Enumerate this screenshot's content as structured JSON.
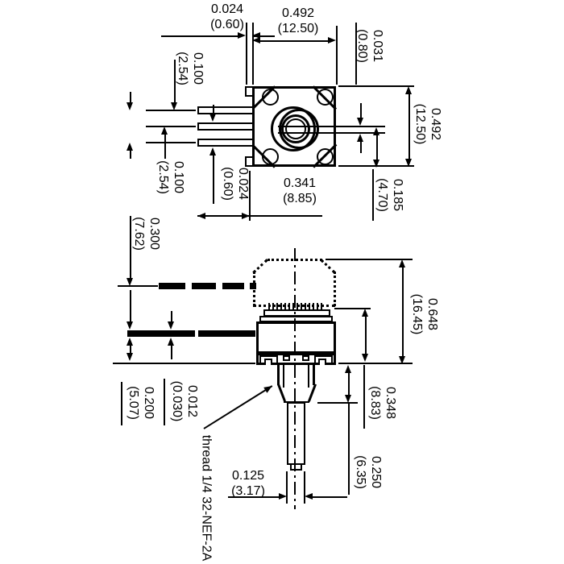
{
  "drawing": {
    "background": "#ffffff",
    "line_color": "#000000",
    "dims": {
      "tab_width": {
        "in": "0.024",
        "mm": "(0.60)"
      },
      "body_width_top": {
        "in": "0.492",
        "mm": "(12.50)"
      },
      "slot_width": {
        "in": "0.031",
        "mm": "(0.80)"
      },
      "body_height_top": {
        "in": "0.492",
        "mm": "(12.50)"
      },
      "slot_to_bottom": {
        "in": "0.185",
        "mm": "(4.70)"
      },
      "pin_pitch_upper": {
        "in": "0.100",
        "mm": "(2.54)"
      },
      "pin_pitch_lower": {
        "in": "0.100",
        "mm": "(2.54)"
      },
      "pin_width": {
        "in": "0.024",
        "mm": "(0.60)"
      },
      "pin_length": {
        "in": "0.341",
        "mm": "(8.85)"
      },
      "pin_row_offset": {
        "in": "0.300",
        "mm": "(7.62)"
      },
      "pin_to_base": {
        "in": "0.200",
        "mm": "(5.07)"
      },
      "pin_thickness": {
        "in": "0.012",
        "mm": "(0.030)"
      },
      "overall_height": {
        "in": "0.648",
        "mm": "(16.45)"
      },
      "body_height_side": {
        "in": "0.348",
        "mm": "(8.83)"
      },
      "bushing_length": {
        "in": "0.250",
        "mm": "(6.35)"
      },
      "shaft_width": {
        "in": "0.125",
        "mm": "(3.17)"
      }
    },
    "thread_note": "thread 1/4 32-NEF-2A"
  }
}
